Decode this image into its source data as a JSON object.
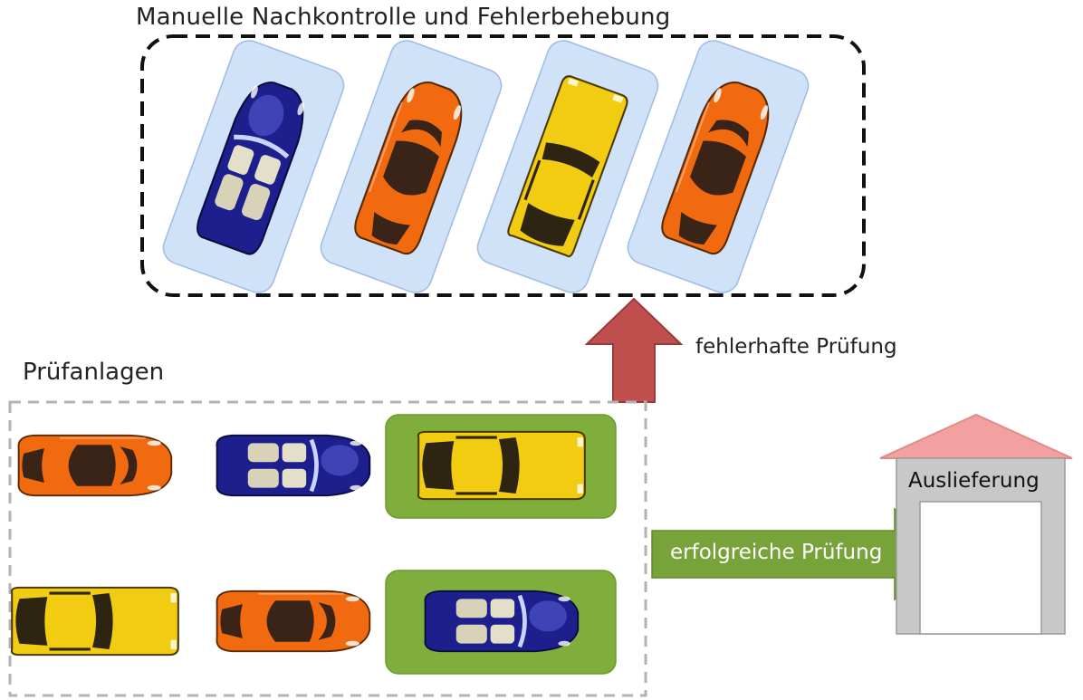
{
  "title_top": "Manuelle Nachkontrolle und Fehlerbehebung",
  "label_pruefanlagen": "Prüfanlagen",
  "label_fehlerhaft": "fehlerhafte Prüfung",
  "label_erfolgreich": "erfolgreiche Prüfung",
  "label_auslieferung": "Auslieferung",
  "colors": {
    "orange_car": "#f26a10",
    "blue_car": "#1d1f8c",
    "yellow_car": "#f2cc12",
    "tile_blue": "#cfe2f7",
    "tile_green": "#7fae3c",
    "arrow_red": "#c0504d",
    "arrow_green": "#77a33a",
    "roof_pink": "#f2a0a0",
    "building_gray": "#c8c8c8"
  },
  "top_cars": [
    {
      "color": "blue",
      "kind": "convertible"
    },
    {
      "color": "orange",
      "kind": "coupe"
    },
    {
      "color": "yellow",
      "kind": "sedan"
    },
    {
      "color": "orange",
      "kind": "coupe"
    }
  ],
  "bottom_rows": [
    [
      {
        "color": "orange",
        "kind": "coupe",
        "highlight": false
      },
      {
        "color": "blue",
        "kind": "convertible",
        "highlight": false
      },
      {
        "color": "yellow",
        "kind": "sedan",
        "highlight": true
      }
    ],
    [
      {
        "color": "yellow",
        "kind": "sedan",
        "highlight": false
      },
      {
        "color": "orange",
        "kind": "coupe",
        "highlight": false
      },
      {
        "color": "blue",
        "kind": "convertible",
        "highlight": true
      }
    ]
  ]
}
